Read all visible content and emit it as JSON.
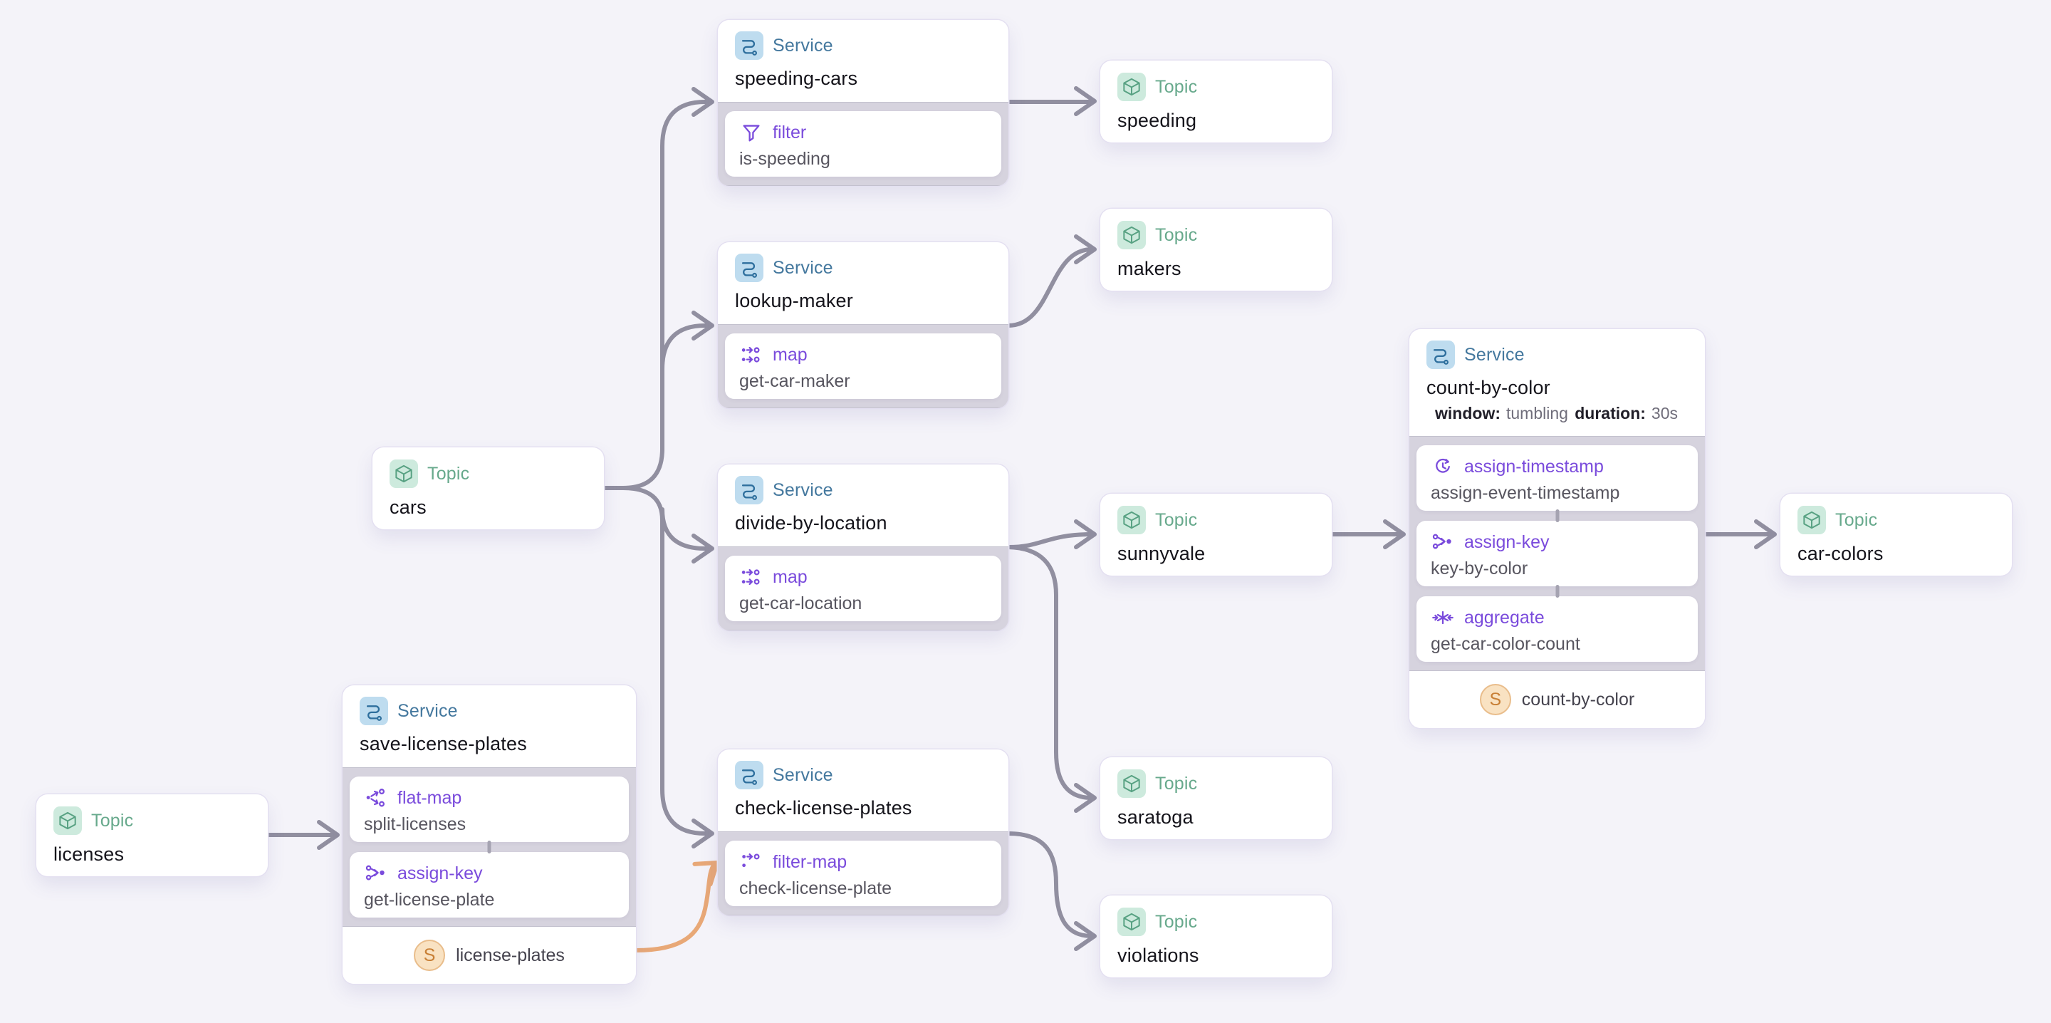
{
  "diagram": {
    "service_type_label": "Service",
    "topic_type_label": "Topic",
    "store_badge_letter": "S",
    "colors": {
      "background": "#f4f3f9",
      "edge": "#918fa0",
      "edge_highlight": "#e8a877",
      "service_accent": "#44789e",
      "topic_accent": "#67a98c",
      "operator_accent": "#7a4bdc",
      "store_badge_bg": "#f9e2c2",
      "store_badge_text": "#c87f35"
    },
    "topics": [
      {
        "name": "cars"
      },
      {
        "name": "licenses"
      },
      {
        "name": "speeding"
      },
      {
        "name": "makers"
      },
      {
        "name": "sunnyvale"
      },
      {
        "name": "saratoga"
      },
      {
        "name": "violations"
      },
      {
        "name": "car-colors"
      }
    ],
    "services": [
      {
        "name": "speeding-cars",
        "operators": [
          {
            "kind": "filter",
            "name": "is-speeding"
          }
        ]
      },
      {
        "name": "lookup-maker",
        "operators": [
          {
            "kind": "map",
            "name": "get-car-maker"
          }
        ]
      },
      {
        "name": "divide-by-location",
        "operators": [
          {
            "kind": "map",
            "name": "get-car-location"
          }
        ]
      },
      {
        "name": "check-license-plates",
        "operators": [
          {
            "kind": "filter-map",
            "name": "check-license-plate"
          }
        ]
      },
      {
        "name": "save-license-plates",
        "operators": [
          {
            "kind": "flat-map",
            "name": "split-licenses"
          },
          {
            "kind": "assign-key",
            "name": "get-license-plate"
          }
        ],
        "store": "license-plates"
      },
      {
        "name": "count-by-color",
        "window": {
          "window_label": "window:",
          "window_value": "tumbling",
          "duration_label": "duration:",
          "duration_value": "30s"
        },
        "operators": [
          {
            "kind": "assign-timestamp",
            "name": "assign-event-timestamp"
          },
          {
            "kind": "assign-key",
            "name": "key-by-color"
          },
          {
            "kind": "aggregate",
            "name": "get-car-color-count"
          }
        ],
        "store": "count-by-color"
      }
    ]
  }
}
